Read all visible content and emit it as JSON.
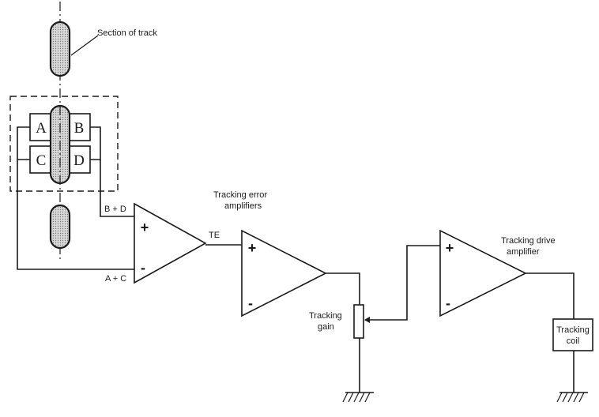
{
  "labels": {
    "section_of_track": "Section of track",
    "signal_bd": "B + D",
    "signal_ac": "A + C",
    "te": "TE",
    "tracking_error_line1": "Tracking error",
    "tracking_error_line2": "amplifiers",
    "tracking_gain_line1": "Tracking",
    "tracking_gain_line2": "gain",
    "tracking_drive_line1": "Tracking drive",
    "tracking_drive_line2": "amplifier",
    "tracking_coil_line1": "Tracking",
    "tracking_coil_line2": "coil"
  },
  "segments": {
    "a": "A",
    "b": "B",
    "c": "C",
    "d": "D"
  },
  "signs": {
    "plus": "+",
    "minus": "-"
  },
  "colors": {
    "ink": "#1a1a1a",
    "background": "#ffffff"
  }
}
